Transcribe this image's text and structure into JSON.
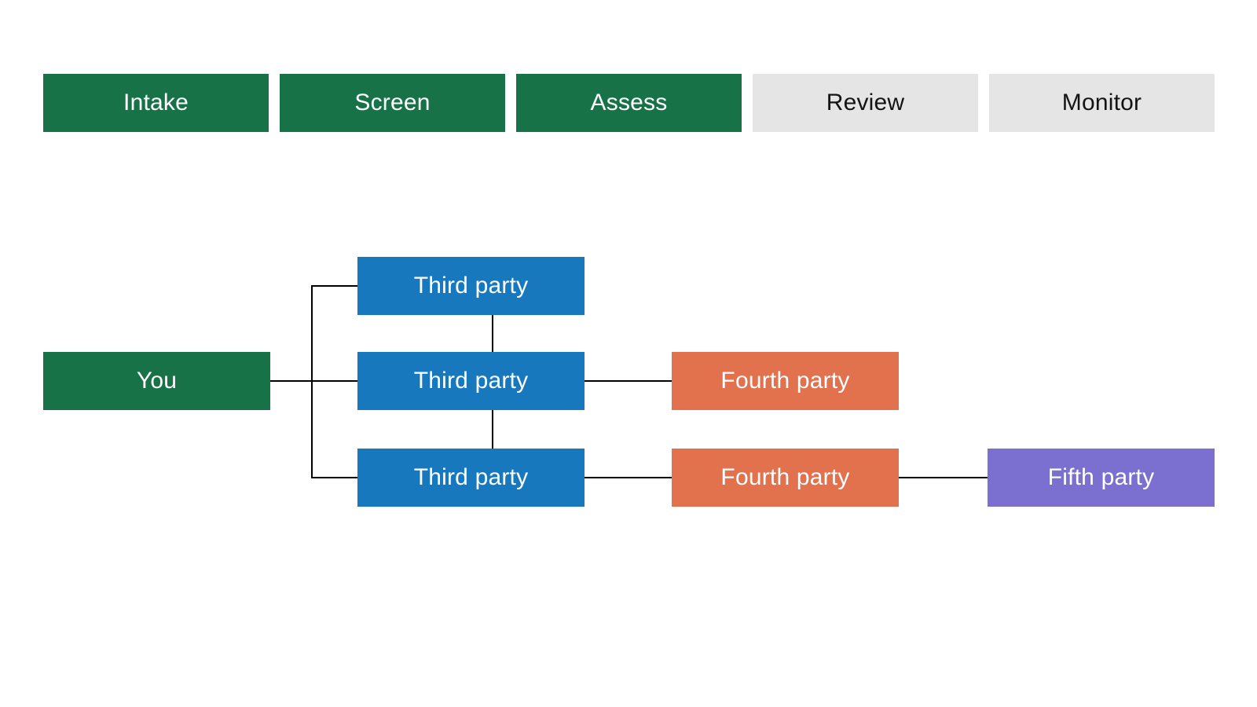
{
  "colors": {
    "stage_active_green": "#177347",
    "stage_inactive_gray": "#e5e5e5",
    "third_party_blue": "#1878be",
    "fourth_party_orange": "#e2714e",
    "fifth_party_purple": "#7b70d0",
    "connector_black": "#000000",
    "background_white": "#ffffff"
  },
  "pipeline": {
    "steps": [
      {
        "label": "Intake",
        "state": "active"
      },
      {
        "label": "Screen",
        "state": "active"
      },
      {
        "label": "Assess",
        "state": "active"
      },
      {
        "label": "Review",
        "state": "inactive"
      },
      {
        "label": "Monitor",
        "state": "inactive"
      }
    ]
  },
  "diagram": {
    "nodes": [
      {
        "id": "you",
        "label": "You",
        "tier": "you"
      },
      {
        "id": "third-party-1",
        "label": "Third party",
        "tier": "third"
      },
      {
        "id": "third-party-2",
        "label": "Third party",
        "tier": "third"
      },
      {
        "id": "third-party-3",
        "label": "Third party",
        "tier": "third"
      },
      {
        "id": "fourth-party-1",
        "label": "Fourth party",
        "tier": "fourth"
      },
      {
        "id": "fourth-party-2",
        "label": "Fourth party",
        "tier": "fourth"
      },
      {
        "id": "fifth-party-1",
        "label": "Fifth party",
        "tier": "fifth"
      }
    ],
    "edges": [
      {
        "from": "you",
        "to": "third-party-1"
      },
      {
        "from": "you",
        "to": "third-party-2"
      },
      {
        "from": "you",
        "to": "third-party-3"
      },
      {
        "from": "third-party-1",
        "to": "third-party-2"
      },
      {
        "from": "third-party-2",
        "to": "third-party-3"
      },
      {
        "from": "third-party-2",
        "to": "fourth-party-1"
      },
      {
        "from": "third-party-3",
        "to": "fourth-party-2"
      },
      {
        "from": "fourth-party-2",
        "to": "fifth-party-1"
      }
    ]
  }
}
